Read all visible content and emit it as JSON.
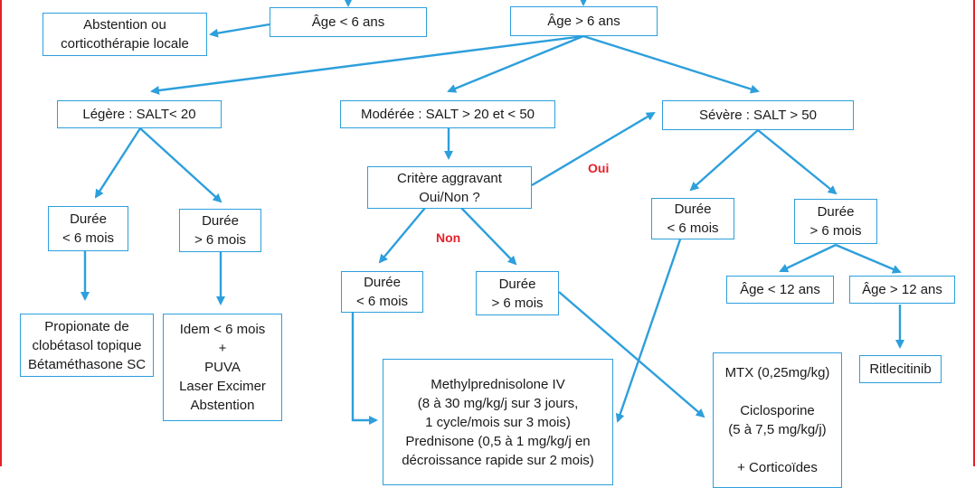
{
  "colors": {
    "arrow": "#2d9fdc",
    "frame": "#e4202b",
    "label_red": "#e4202b"
  },
  "nodes": {
    "abstention": {
      "lines": [
        "Abstention ou",
        "corticothérapie locale"
      ]
    },
    "age_lt6": {
      "lines": [
        "Âge < 6 ans"
      ]
    },
    "age_gt6": {
      "lines": [
        "Âge > 6 ans"
      ]
    },
    "legere": {
      "lines": [
        "Légère : SALT< 20"
      ]
    },
    "moderee": {
      "lines": [
        "Modérée : SALT > 20 et <  50"
      ]
    },
    "severe": {
      "lines": [
        "Sévère : SALT > 50"
      ]
    },
    "critere": {
      "lines": [
        "Critère aggravant",
        "Oui/Non ?"
      ]
    },
    "leg_dur_lt6": {
      "lines": [
        "Durée",
        "< 6 mois"
      ]
    },
    "leg_dur_gt6": {
      "lines": [
        "Durée",
        "> 6 mois"
      ]
    },
    "mod_dur_lt6": {
      "lines": [
        "Durée",
        "< 6 mois"
      ]
    },
    "mod_dur_gt6": {
      "lines": [
        "Durée",
        "> 6 mois"
      ]
    },
    "sev_dur_lt6": {
      "lines": [
        "Durée",
        "< 6 mois"
      ]
    },
    "sev_dur_gt6": {
      "lines": [
        "Durée",
        "> 6 mois"
      ]
    },
    "age_lt12": {
      "lines": [
        "Âge < 12 ans"
      ]
    },
    "age_gt12": {
      "lines": [
        "Âge > 12 ans"
      ]
    },
    "propionate": {
      "lines": [
        "Propionate de",
        "clobétasol topique",
        "Bétaméthasone SC"
      ]
    },
    "idem": {
      "lines": [
        "Idem < 6 mois",
        "+",
        "PUVA",
        "Laser Excimer",
        "Abstention"
      ]
    },
    "methylpred": {
      "lines": [
        "Methylprednisolone IV",
        "(8 à 30 mg/kg/j sur 3 jours,",
        "1 cycle/mois sur 3 mois)",
        "Prednisone (0,5 à 1 mg/kg/j en",
        "décroissance rapide sur 2 mois)"
      ]
    },
    "mtx": {
      "lines": [
        "MTX (0,25mg/kg)",
        "",
        "Ciclosporine",
        "(5 à 7,5 mg/kg/j)",
        "",
        "+ Corticoïdes"
      ]
    },
    "ritlecitinib": {
      "lines": [
        "Ritlecitinib"
      ]
    }
  },
  "labels": {
    "oui": "Oui",
    "non": "Non"
  }
}
